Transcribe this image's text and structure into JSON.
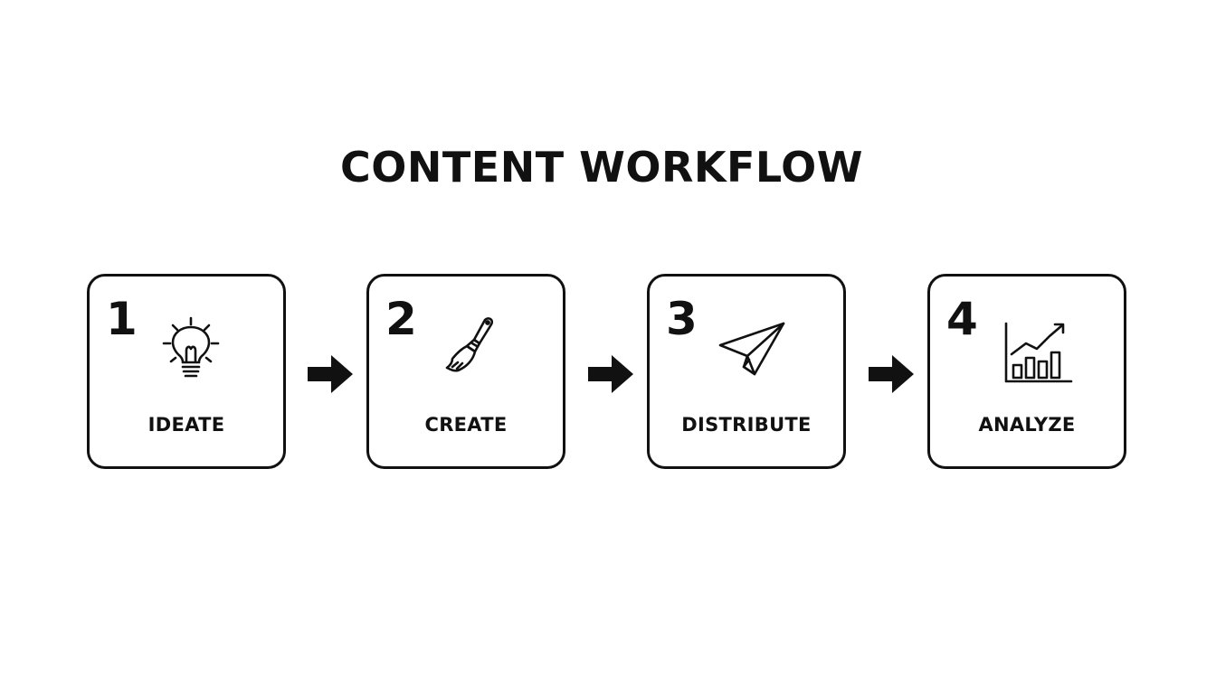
{
  "title": "CONTENT WORKFLOW",
  "steps": [
    {
      "number": "1",
      "label": "IDEATE",
      "icon": "lightbulb-icon"
    },
    {
      "number": "2",
      "label": "CREATE",
      "icon": "paintbrush-icon"
    },
    {
      "number": "3",
      "label": "DISTRIBUTE",
      "icon": "paper-plane-icon"
    },
    {
      "number": "4",
      "label": "ANALYZE",
      "icon": "bar-chart-growth-icon"
    }
  ],
  "connectors": [
    "arrow-right-icon",
    "arrow-right-icon",
    "arrow-right-icon"
  ],
  "colors": {
    "stroke": "#111111",
    "background": "#ffffff"
  }
}
